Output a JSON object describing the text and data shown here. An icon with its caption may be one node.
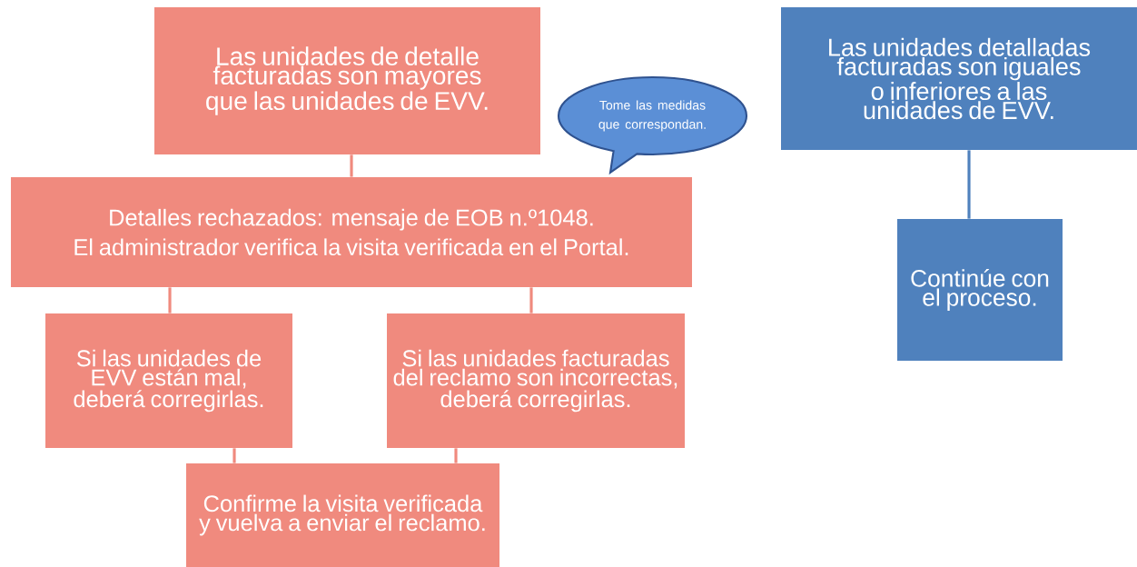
{
  "diagram": {
    "nodes": [
      {
        "text": [
          "Las unidades de detalle facturadas son mayores que las unidades de EVV."
        ]
      },
      {
        "text": [
          "Tome las medidas que correspondan."
        ]
      },
      {
        "text": [
          "Detalles rechazados: mensaje de EOB n.º1048.",
          "El administrador verifica la visita verificada en el Portal."
        ]
      },
      {
        "text": [
          "Si las unidades de EVV están mal, deberá corregirlas."
        ]
      },
      {
        "text": [
          "Si las unidades facturadas del reclamo son incorrectas, deberá corregirlas."
        ]
      },
      {
        "text": [
          "Confirme la visita verificada y vuelva a enviar el reclamo."
        ]
      },
      {
        "text": [
          "Las unidades detalladas facturadas son iguales o inferiores a las unidades de EVV."
        ]
      },
      {
        "text": [
          "Continúe con el proceso."
        ]
      }
    ],
    "edges": [
      {
        "from": 0,
        "to": 2,
        "arrow": "none"
      },
      {
        "from": 2,
        "to": 3,
        "arrow": "none"
      },
      {
        "from": 2,
        "to": 4,
        "arrow": "none"
      },
      {
        "from": 3,
        "to": 5,
        "arrow": "none"
      },
      {
        "from": 4,
        "to": 5,
        "arrow": "none"
      },
      {
        "from": 6,
        "to": 7,
        "arrow": "none",
        "color": "#4f81bd"
      }
    ]
  }
}
